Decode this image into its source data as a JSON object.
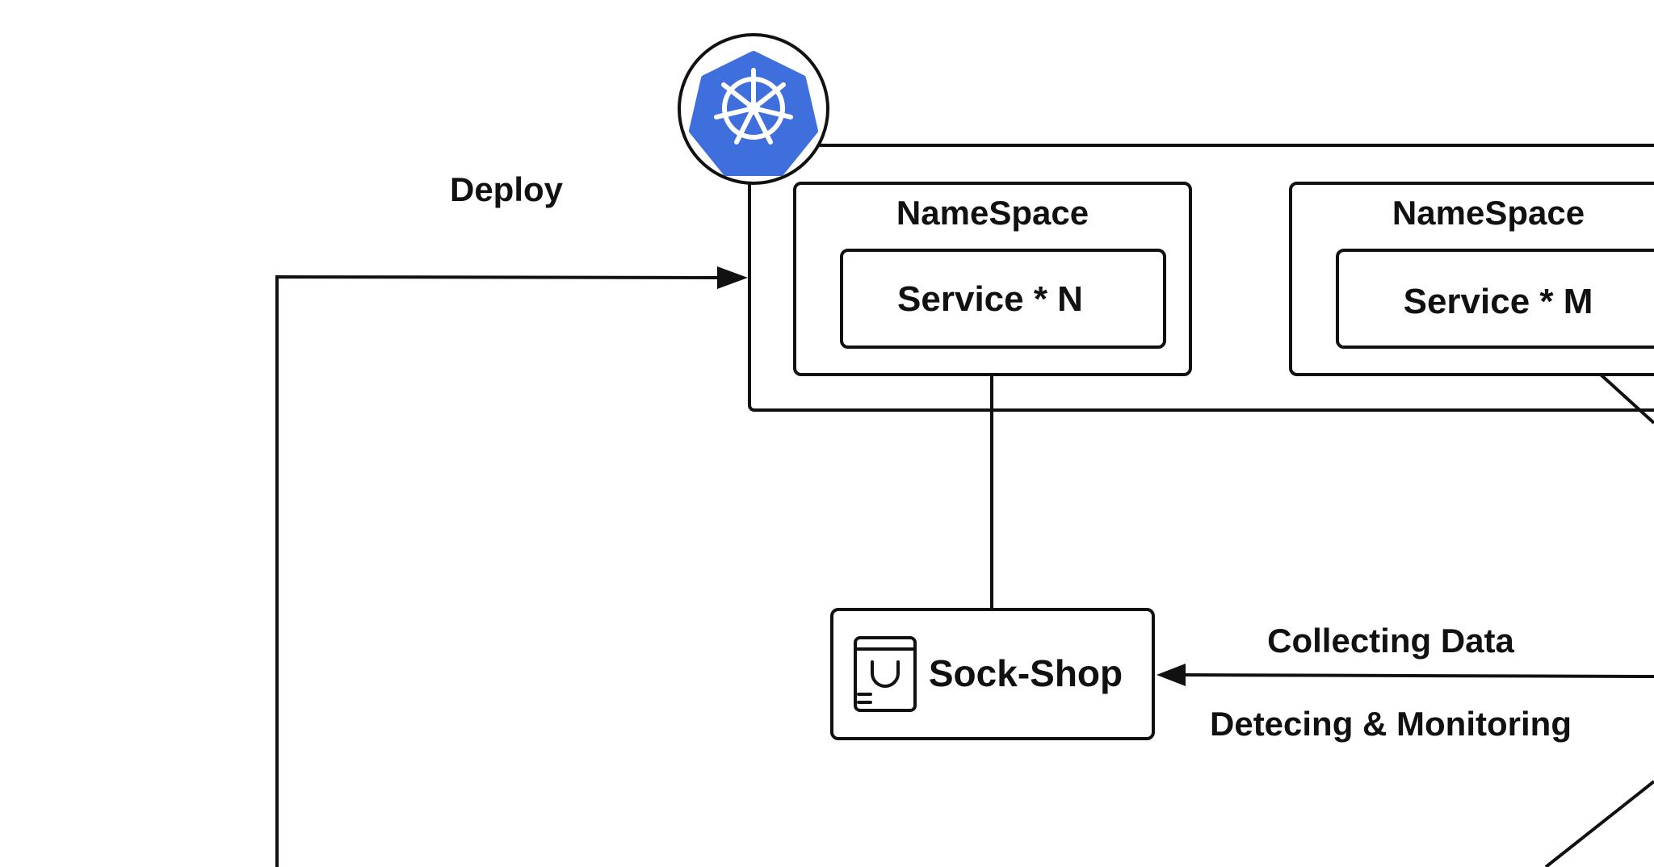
{
  "colors": {
    "stroke": "#111111",
    "k8s_blue": "#3F6FDC",
    "background": "#ffffff"
  },
  "icons": {
    "cluster": "kubernetes-helm-icon",
    "shop": "shopping-bag-icon"
  },
  "labels": {
    "deploy": "Deploy",
    "namespace_1": "NameSpace",
    "service_1": "Service * N",
    "namespace_2": "NameSpace",
    "service_2": "Service * M",
    "sock_shop": "Sock-Shop",
    "collecting": "Collecting Data",
    "detecting": "Detecing & Monitoring"
  }
}
